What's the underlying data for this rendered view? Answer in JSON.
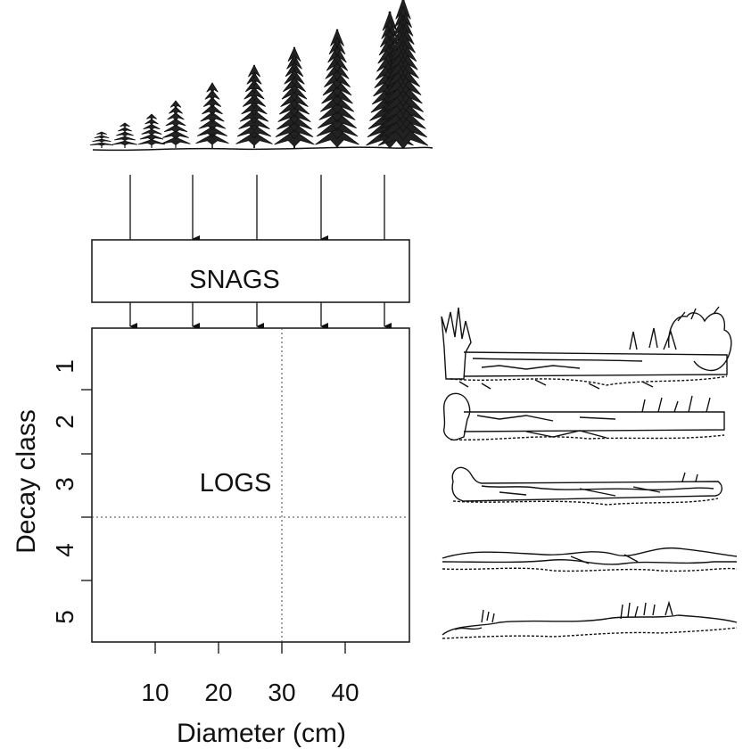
{
  "snags_box": {
    "label": "SNAGS"
  },
  "logs_panel": {
    "label": "LOGS"
  },
  "y_axis": {
    "label": "Decay class",
    "ticks": [
      "1",
      "2",
      "3",
      "4",
      "5"
    ]
  },
  "x_axis": {
    "label": "Diameter (cm)",
    "ticks": [
      "10",
      "20",
      "30",
      "40"
    ]
  },
  "tree_heights": [
    1,
    1.2,
    1.4,
    1.7,
    2.1,
    2.5,
    2.9,
    3.3,
    3.7,
    4.0
  ],
  "arrow_count": 5,
  "log_profiles": [
    "decay-class-1-log",
    "decay-class-2-log",
    "decay-class-3-log",
    "decay-class-4-log",
    "decay-class-5-log"
  ]
}
